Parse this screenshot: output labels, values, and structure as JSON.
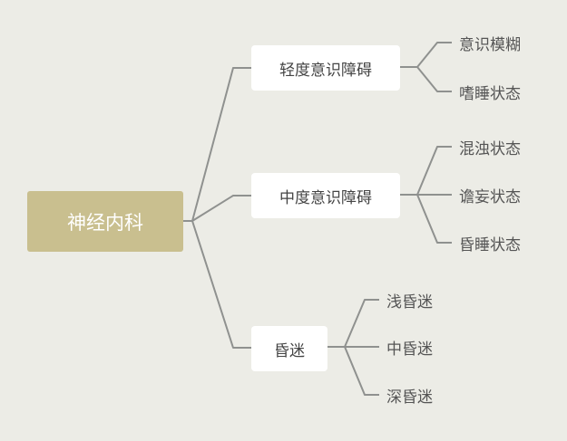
{
  "mindmap": {
    "root": {
      "label": "神经内科"
    },
    "branches": [
      {
        "label": "轻度意识障碍",
        "children": [
          {
            "label": "意识模糊"
          },
          {
            "label": "嗜睡状态"
          }
        ]
      },
      {
        "label": "中度意识障碍",
        "children": [
          {
            "label": "混浊状态"
          },
          {
            "label": "谵妄状态"
          },
          {
            "label": "昏睡状态"
          }
        ]
      },
      {
        "label": "昏迷",
        "children": [
          {
            "label": "浅昏迷"
          },
          {
            "label": "中昏迷"
          },
          {
            "label": "深昏迷"
          }
        ]
      }
    ]
  },
  "colors": {
    "background": "#ecece6",
    "root_fill": "#c9bf8f",
    "branch_fill": "#ffffff",
    "connector": "#8f918f",
    "text_dark": "#444444"
  }
}
